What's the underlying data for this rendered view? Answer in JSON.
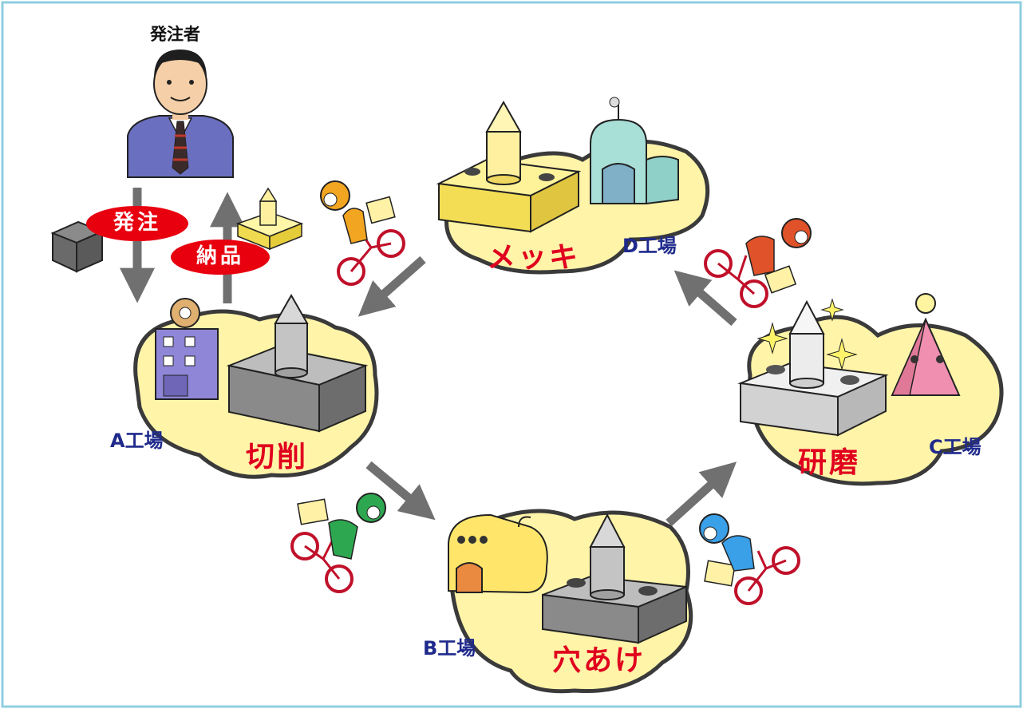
{
  "orderer": {
    "label": "発注者"
  },
  "flow": {
    "order": "発注",
    "delivery": "納品"
  },
  "factories": {
    "a": {
      "name": "A工場",
      "process": "切削"
    },
    "b": {
      "name": "B工場",
      "process": "穴あけ"
    },
    "c": {
      "name": "C工場",
      "process": "研磨"
    },
    "d": {
      "name": "D工場",
      "process": "メッキ"
    }
  },
  "colors": {
    "frame": "#8fcfe0",
    "island": "#fff4a8",
    "island_outline": "#3a3a3a",
    "arrow": "#707070",
    "pill": "#e8000f",
    "process_text": "#e0001e",
    "factory_text": "#1f2a8c",
    "steel": "#9a9a9a",
    "plated": "#f5e56c"
  }
}
